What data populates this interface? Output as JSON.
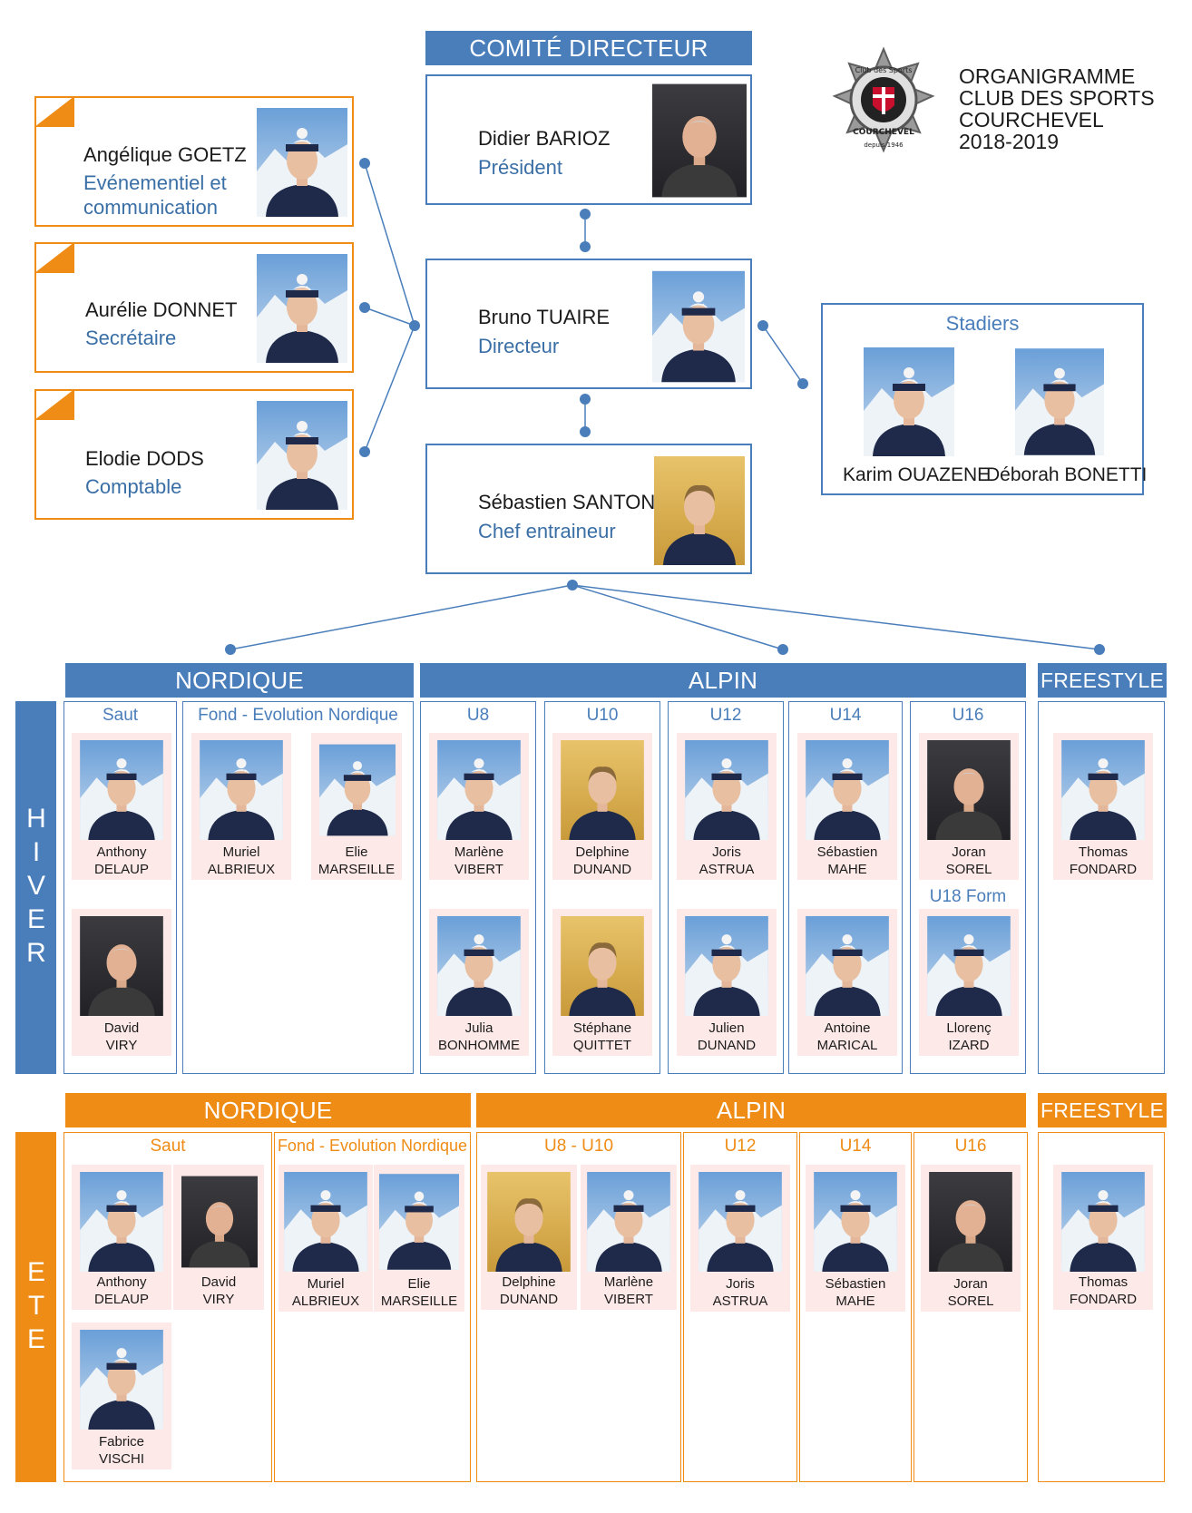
{
  "header": {
    "comite": "COMITÉ DIRECTEUR",
    "title_lines": [
      "ORGANIGRAMME",
      "CLUB DES SPORTS",
      "COURCHEVEL",
      "2018-2019"
    ],
    "logo_text": [
      "Club des Sports",
      "COURCHEVEL",
      "depuis 1946"
    ]
  },
  "leadership": {
    "president": {
      "name": "Didier BARIOZ",
      "role": "Président"
    },
    "director": {
      "name": "Bruno TUAIRE",
      "role": "Directeur"
    },
    "chief_coach": {
      "name": "Sébastien SANTON",
      "role": "Chef entraineur"
    }
  },
  "staff": [
    {
      "name": "Angélique GOETZ",
      "role": "Evénementiel et communication"
    },
    {
      "name": "Aurélie DONNET",
      "role": "Secrétaire"
    },
    {
      "name": "Elodie DODS",
      "role": "Comptable"
    }
  ],
  "stadiers": {
    "title": "Stadiers",
    "members": [
      "Karim OUAZENE",
      "Déborah BONETTI"
    ]
  },
  "disciplines": {
    "nordique": "NORDIQUE",
    "alpin": "ALPIN",
    "freestyle": "FREESTYLE"
  },
  "seasons": {
    "hiver": "HIVER",
    "ete": "ETE"
  },
  "hiver": {
    "saut": {
      "title": "Saut",
      "members": [
        [
          "Anthony",
          "DELAUP"
        ],
        [
          "David",
          "VIRY"
        ]
      ]
    },
    "fond": {
      "title": "Fond - Evolution Nordique",
      "members": [
        [
          "Muriel",
          "ALBRIEUX"
        ],
        [
          "Elie",
          "MARSEILLE"
        ]
      ]
    },
    "u8": {
      "title": "U8",
      "members": [
        [
          "Marlène",
          "VIBERT"
        ],
        [
          "Julia",
          "BONHOMME"
        ]
      ]
    },
    "u10": {
      "title": "U10",
      "members": [
        [
          "Delphine",
          "DUNAND"
        ],
        [
          "Stéphane",
          "QUITTET"
        ]
      ]
    },
    "u12": {
      "title": "U12",
      "members": [
        [
          "Joris",
          "ASTRUA"
        ],
        [
          "Julien",
          "DUNAND"
        ]
      ]
    },
    "u14": {
      "title": "U14",
      "members": [
        [
          "Sébastien",
          "MAHE"
        ],
        [
          "Antoine",
          "MARICAL"
        ]
      ]
    },
    "u16": {
      "title": "U16",
      "members": [
        [
          "Joran",
          "SOREL"
        ]
      ]
    },
    "u18": {
      "title": "U18 Form",
      "members": [
        [
          "Llorenç",
          "IZARD"
        ]
      ]
    },
    "freestyle": {
      "members": [
        [
          "Thomas",
          "FONDARD"
        ]
      ]
    }
  },
  "ete": {
    "saut": {
      "title": "Saut",
      "members": [
        [
          "Anthony",
          "DELAUP"
        ],
        [
          "David",
          "VIRY"
        ],
        [
          "Fabrice",
          "VISCHI"
        ]
      ]
    },
    "fond": {
      "title": "Fond - Evolution Nordique",
      "members": [
        [
          "Muriel",
          "ALBRIEUX"
        ],
        [
          "Elie",
          "MARSEILLE"
        ]
      ]
    },
    "u8u10": {
      "title": "U8 - U10",
      "members": [
        [
          "Delphine",
          "DUNAND"
        ],
        [
          "Marlène",
          "VIBERT"
        ]
      ]
    },
    "u12": {
      "title": "U12",
      "members": [
        [
          "Joris",
          "ASTRUA"
        ]
      ]
    },
    "u14": {
      "title": "U14",
      "members": [
        [
          "Sébastien",
          "MAHE"
        ]
      ]
    },
    "u16": {
      "title": "U16",
      "members": [
        [
          "Joran",
          "SOREL"
        ]
      ]
    },
    "freestyle": {
      "members": [
        [
          "Thomas",
          "FONDARD"
        ]
      ]
    }
  },
  "colors": {
    "blue": "#4a7ebb",
    "orange": "#ef8c15",
    "card_bg": "#fde9e7",
    "role_text": "#3a6fa6"
  }
}
